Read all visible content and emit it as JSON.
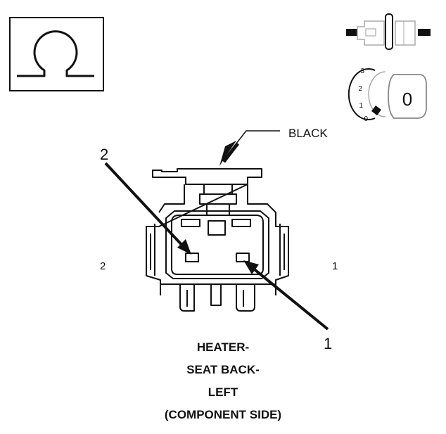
{
  "symbols": {
    "meter_icon": "ohm-symbol-icon",
    "connector_icon": "connector-disconnected-icon",
    "ignition_icon": "ignition-key-off-icon",
    "ohm_glyph": "Ω"
  },
  "ignition": {
    "positions": [
      "3",
      "2",
      "1",
      "0"
    ],
    "key_label": "0"
  },
  "connector": {
    "color_label": "BLACK",
    "pin_callout_left": "2",
    "pin_callout_right": "1",
    "side_label_left": "2",
    "side_label_right": "1"
  },
  "caption": {
    "line1": "HEATER-",
    "line2": "SEAT BACK-",
    "line3": "LEFT",
    "line4": "(COMPONENT SIDE)"
  },
  "colors": {
    "line": "#111111",
    "faint": "#888888",
    "background": "#ffffff"
  }
}
